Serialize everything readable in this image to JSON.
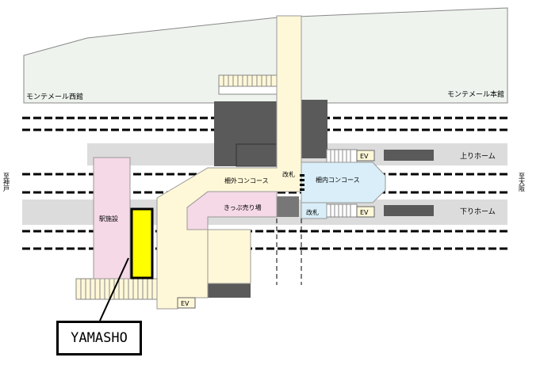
{
  "buildings": {
    "west": "モンテメール西館",
    "main": "モンテメール本館"
  },
  "platforms": {
    "up": "上りホーム",
    "down": "下りホーム"
  },
  "directions": {
    "left": "至神戸",
    "right": "至大阪"
  },
  "areas": {
    "station_facility": "駅施設",
    "outer_concourse": "柵外コンコース",
    "inner_concourse": "柵内コンコース",
    "ticket_area": "きっぷ売り場"
  },
  "gates": {
    "upper": "改札",
    "lower": "改札"
  },
  "elevators": {
    "ev1": "EV",
    "ev2": "EV",
    "ev3": "EV"
  },
  "callout": {
    "label": "YAMASHO"
  },
  "colors": {
    "highlight": "#ffff00",
    "concourse": "#fff8d8",
    "pink": "#f5d9e6",
    "light_blue": "#d9eef8",
    "dark_gray": "#5a5a5a",
    "gray": "#dcdcdc",
    "green_tint": "#eef3ee"
  }
}
